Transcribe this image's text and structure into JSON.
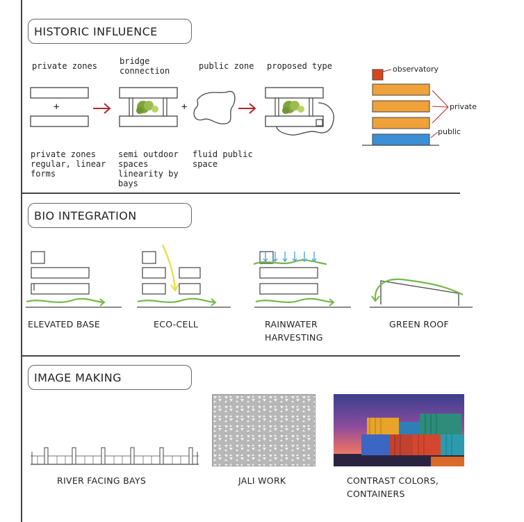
{
  "sections": {
    "historic": {
      "title": "HISTORIC INFLUENCE",
      "labels": {
        "private_zones": "private zones",
        "bridge_connection": "bridge\nconnection",
        "public_zone": "public zone",
        "proposed_type": "proposed type"
      },
      "descriptions": {
        "private": "private zones\nregular, linear\nforms",
        "semi": "semi outdoor\nspaces\nlinearity by\nbays",
        "fluid": "fluid public\nspace"
      },
      "symbols": {
        "plus": "+"
      },
      "stack_labels": {
        "observatory": "observatory",
        "private": "private",
        "public": "public"
      }
    },
    "bio": {
      "title": "BIO INTEGRATION",
      "captions": {
        "elevated_base": "ELEVATED BASE",
        "eco_cell": "ECO-CELL",
        "rainwater": "RAINWATER\nHARVESTING",
        "green_roof": "GREEN ROOF"
      }
    },
    "image": {
      "title": "IMAGE MAKING",
      "captions": {
        "river": "RIVER FACING BAYS",
        "jali": "JALI WORK",
        "contrast": "CONTRAST COLORS,\nCONTAINERS"
      }
    }
  },
  "colors": {
    "arrow_red": "#b3262e",
    "orange": "#f0a23a",
    "blue": "#3a8fd6",
    "observatory": "#d9451c",
    "green": "#74b84a",
    "yellow": "#e8e043",
    "rain_blue": "#4aa8e0"
  },
  "icons": [
    "tree-icon",
    "arrow-right-icon",
    "plus-icon",
    "rain-arrow-icon",
    "sun-ray-icon"
  ]
}
